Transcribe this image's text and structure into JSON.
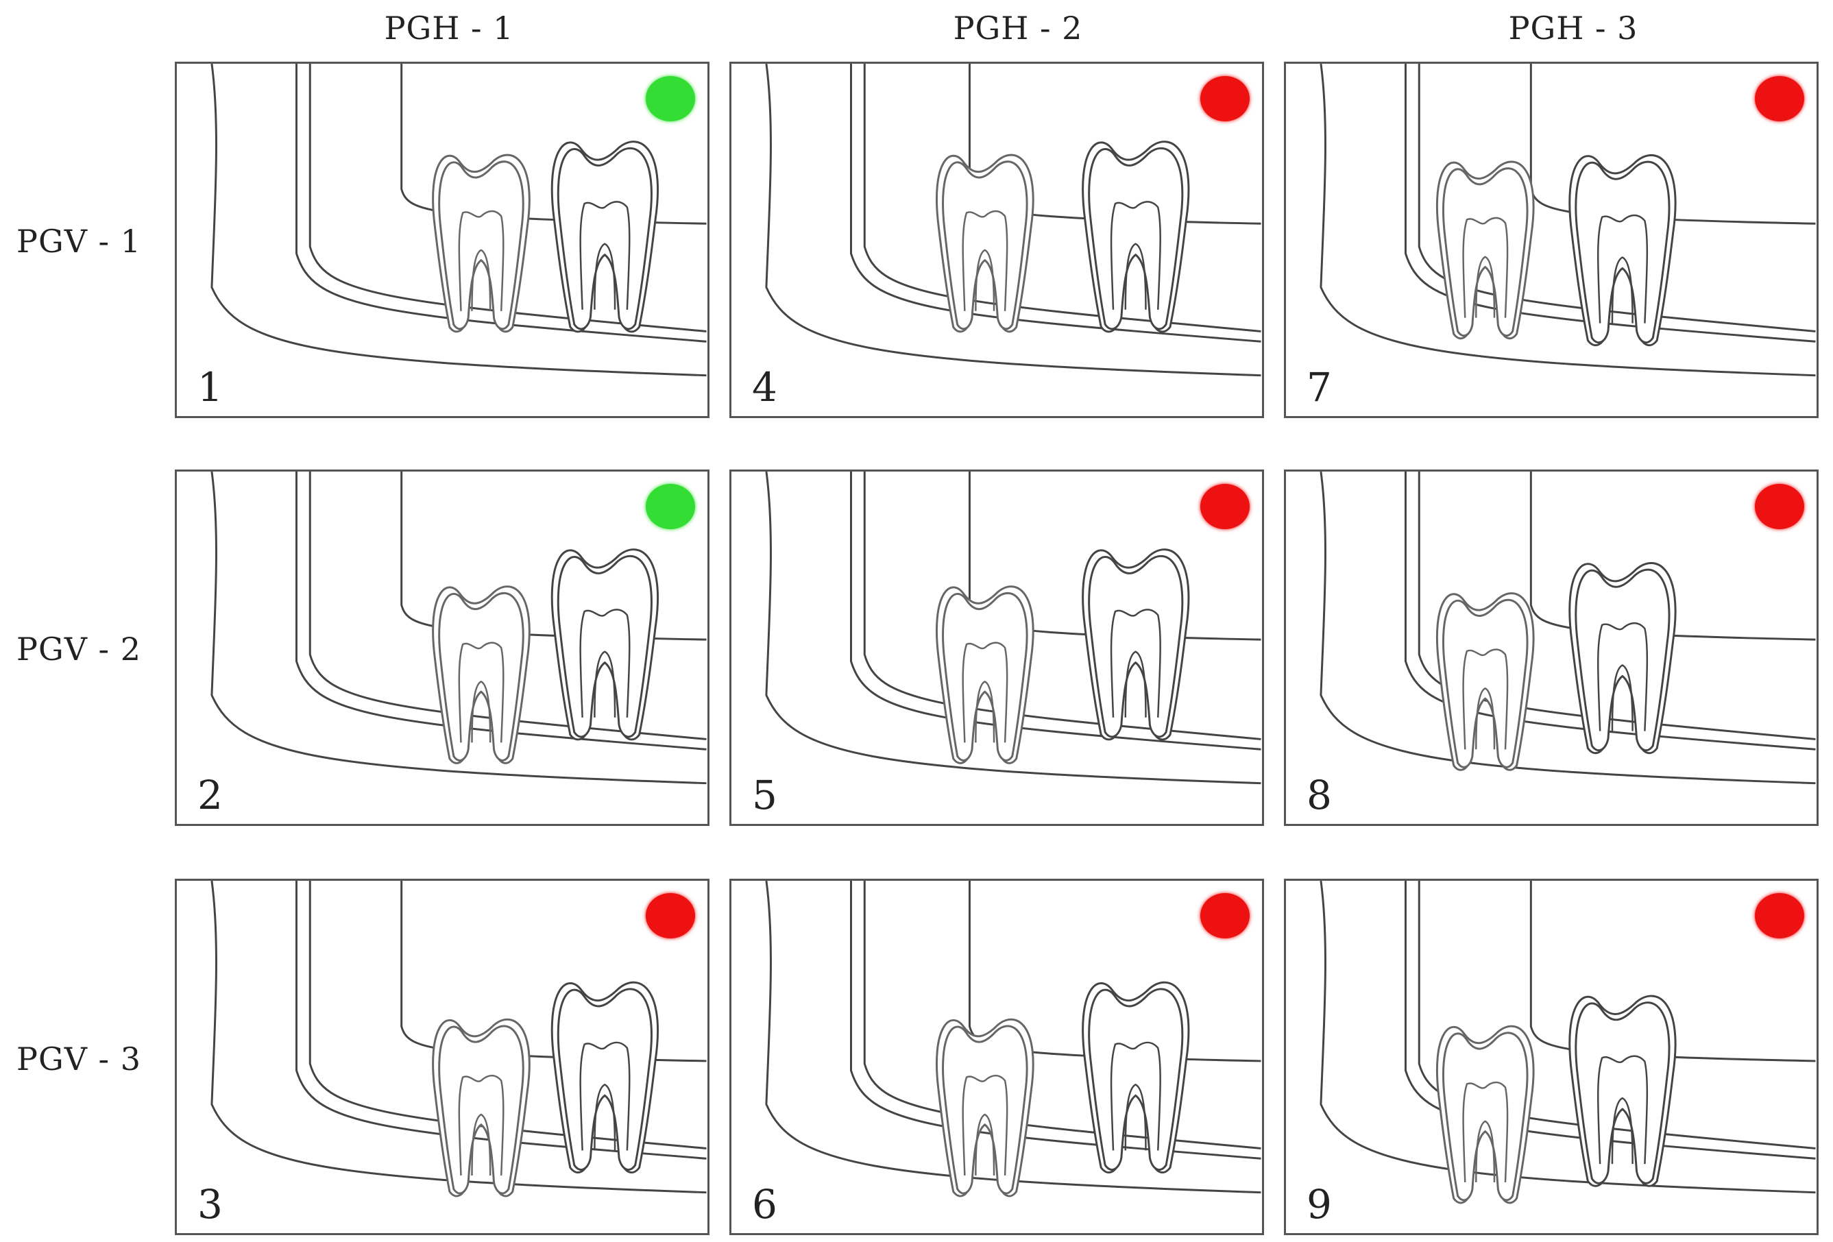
{
  "columns": [
    {
      "label": "PGH - 1"
    },
    {
      "label": "PGH - 2"
    },
    {
      "label": "PGH - 3"
    }
  ],
  "rows": [
    {
      "label": "PGV - 1"
    },
    {
      "label": "PGV - 2"
    },
    {
      "label": "PGV - 3"
    }
  ],
  "colors": {
    "favorable": "#33dd33",
    "unfavorable": "#ee1111"
  },
  "panels": [
    {
      "number": "1",
      "pgh": 1,
      "pgv": 1,
      "status": "favorable"
    },
    {
      "number": "4",
      "pgh": 2,
      "pgv": 1,
      "status": "unfavorable"
    },
    {
      "number": "7",
      "pgh": 3,
      "pgv": 1,
      "status": "unfavorable"
    },
    {
      "number": "2",
      "pgh": 1,
      "pgv": 2,
      "status": "favorable"
    },
    {
      "number": "5",
      "pgh": 2,
      "pgv": 2,
      "status": "unfavorable"
    },
    {
      "number": "8",
      "pgh": 3,
      "pgv": 2,
      "status": "unfavorable"
    },
    {
      "number": "3",
      "pgh": 1,
      "pgv": 3,
      "status": "unfavorable"
    },
    {
      "number": "6",
      "pgh": 2,
      "pgv": 3,
      "status": "unfavorable"
    },
    {
      "number": "9",
      "pgh": 3,
      "pgv": 3,
      "status": "unfavorable"
    }
  ]
}
